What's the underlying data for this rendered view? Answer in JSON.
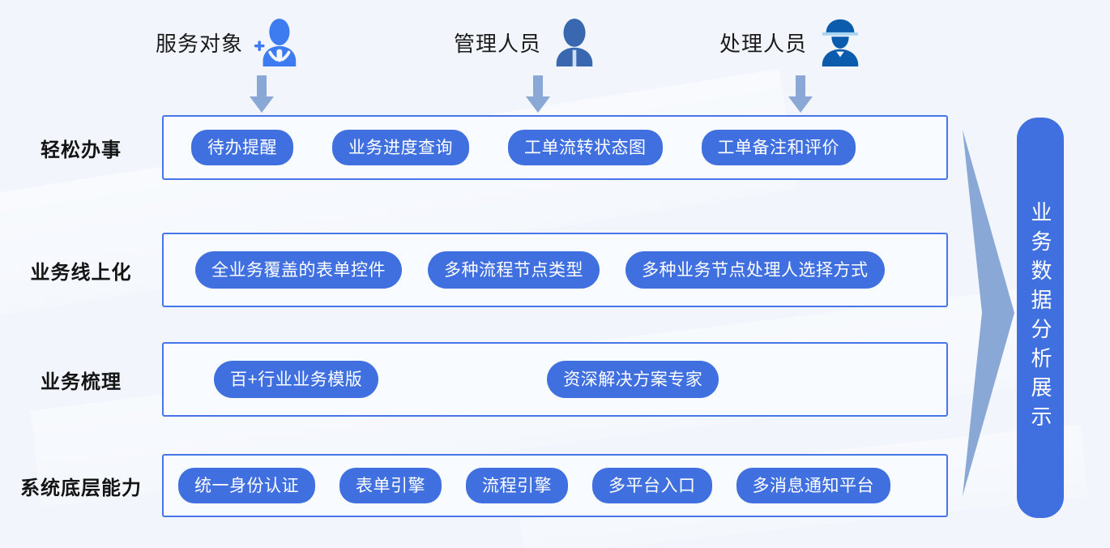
{
  "theme": {
    "background": "#f2f6fc",
    "accent_blue": "#4070e0",
    "border_blue": "#4676e8",
    "box_fill": "#f8fbff",
    "arrow_blue": "#8aa8d6",
    "icon_blue_light": "#3d7cf0",
    "icon_blue_mid": "#3a68b0",
    "icon_blue_dark": "#0b5cad",
    "text_dark": "#141414",
    "text_on_accent": "#ffffff"
  },
  "actors": [
    {
      "label": "服务对象",
      "icon": "person-add-icon"
    },
    {
      "label": "管理人员",
      "icon": "person-manager-icon"
    },
    {
      "label": "处理人员",
      "icon": "person-worker-helmet-icon"
    }
  ],
  "down_arrows": [
    {
      "icon": "arrow-down-icon"
    },
    {
      "icon": "arrow-down-icon"
    },
    {
      "icon": "arrow-down-icon"
    }
  ],
  "rows": [
    {
      "label": "轻松办事",
      "items": [
        "待办提醒",
        "业务进度查询",
        "工单流转状态图",
        "工单备注和评价"
      ]
    },
    {
      "label": "业务线上化",
      "items": [
        "全业务覆盖的表单控件",
        "多种流程节点类型",
        "多种业务节点处理人选择方式"
      ]
    },
    {
      "label": "业务梳理",
      "items": [
        "百+行业业务模版",
        "资深解决方案专家"
      ]
    },
    {
      "label": "系统底层能力",
      "items": [
        "统一身份认证",
        "表单引擎",
        "流程引擎",
        "多平台入口",
        "多消息通知平台"
      ]
    }
  ],
  "right_panel": {
    "bar_text": "业务数据分析展示",
    "arrow_icon": "arrow-right-large-icon"
  }
}
